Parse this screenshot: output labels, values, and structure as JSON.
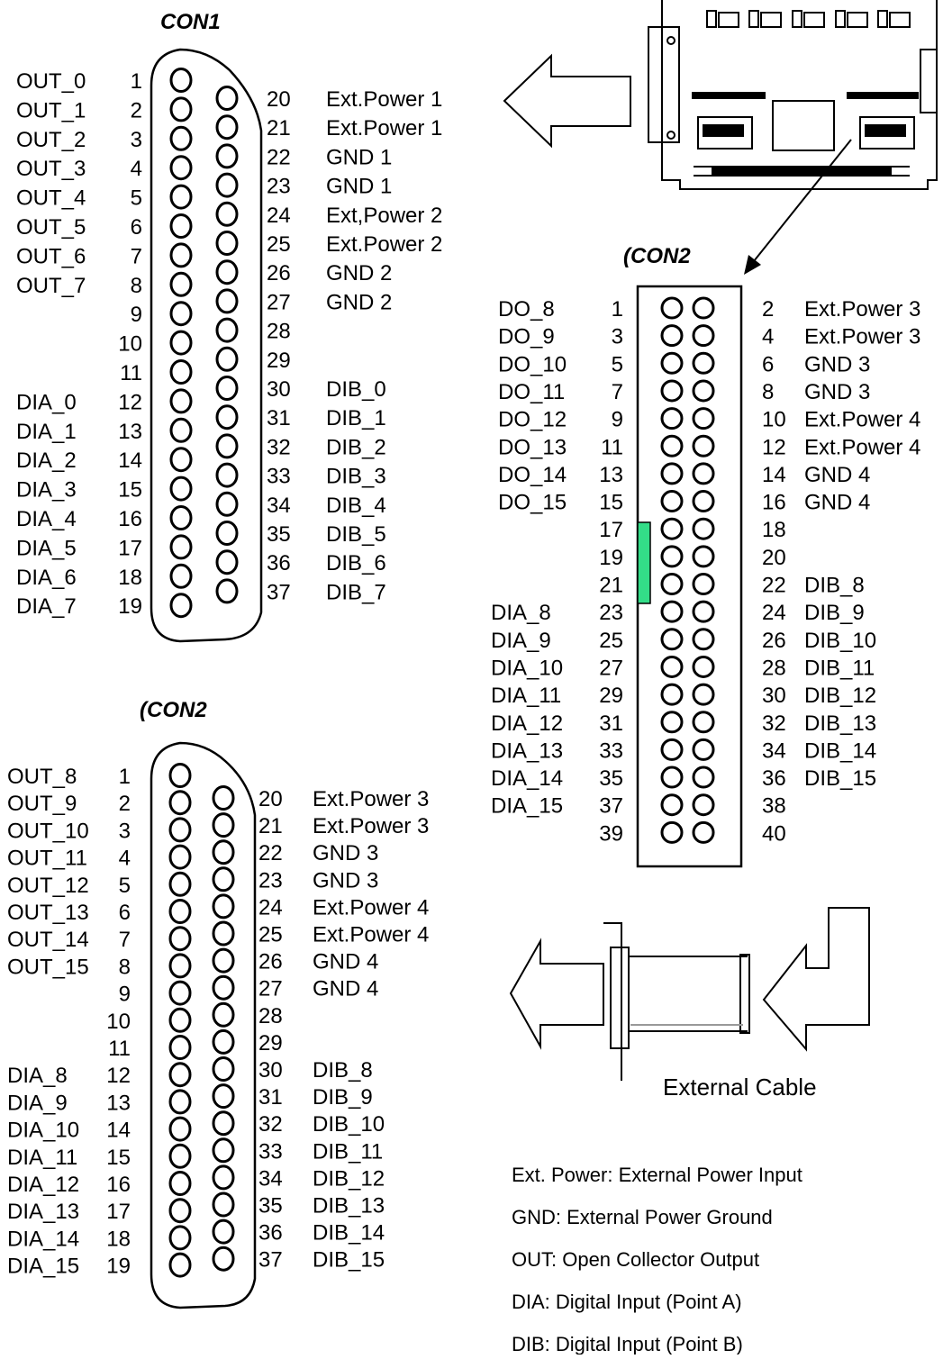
{
  "con1": {
    "title": "CON1",
    "left_rows": [
      {
        "label": "OUT_0",
        "pin": "1"
      },
      {
        "label": "OUT_1",
        "pin": "2"
      },
      {
        "label": "OUT_2",
        "pin": "3"
      },
      {
        "label": "OUT_3",
        "pin": "4"
      },
      {
        "label": "OUT_4",
        "pin": "5"
      },
      {
        "label": "OUT_5",
        "pin": "6"
      },
      {
        "label": "OUT_6",
        "pin": "7"
      },
      {
        "label": "OUT_7",
        "pin": "8"
      },
      {
        "label": "",
        "pin": "9"
      },
      {
        "label": "",
        "pin": "10"
      },
      {
        "label": "",
        "pin": "11"
      },
      {
        "label": "DIA_0",
        "pin": "12"
      },
      {
        "label": "DIA_1",
        "pin": "13"
      },
      {
        "label": "DIA_2",
        "pin": "14"
      },
      {
        "label": "DIA_3",
        "pin": "15"
      },
      {
        "label": "DIA_4",
        "pin": "16"
      },
      {
        "label": "DIA_5",
        "pin": "17"
      },
      {
        "label": "DIA_6",
        "pin": "18"
      },
      {
        "label": "DIA_7",
        "pin": "19"
      }
    ],
    "right_rows": [
      {
        "pin": "20",
        "label": "Ext.Power 1"
      },
      {
        "pin": "21",
        "label": "Ext.Power 1"
      },
      {
        "pin": "22",
        "label": "GND 1"
      },
      {
        "pin": "23",
        "label": "GND 1"
      },
      {
        "pin": "24",
        "label": "Ext,Power 2"
      },
      {
        "pin": "25",
        "label": "Ext.Power 2"
      },
      {
        "pin": "26",
        "label": "GND 2"
      },
      {
        "pin": "27",
        "label": "GND 2"
      },
      {
        "pin": "28",
        "label": ""
      },
      {
        "pin": "29",
        "label": ""
      },
      {
        "pin": "30",
        "label": "DIB_0"
      },
      {
        "pin": "31",
        "label": "DIB_1"
      },
      {
        "pin": "32",
        "label": "DIB_2"
      },
      {
        "pin": "33",
        "label": "DIB_3"
      },
      {
        "pin": "34",
        "label": "DIB_4"
      },
      {
        "pin": "35",
        "label": "DIB_5"
      },
      {
        "pin": "36",
        "label": "DIB_6"
      },
      {
        "pin": "37",
        "label": "DIB_7"
      }
    ]
  },
  "con2_dsub": {
    "title": "(CON2",
    "left_rows": [
      {
        "label": "OUT_8",
        "pin": "1"
      },
      {
        "label": "OUT_9",
        "pin": "2"
      },
      {
        "label": "OUT_10",
        "pin": "3"
      },
      {
        "label": "OUT_11",
        "pin": "4"
      },
      {
        "label": "OUT_12",
        "pin": "5"
      },
      {
        "label": "OUT_13",
        "pin": "6"
      },
      {
        "label": "OUT_14",
        "pin": "7"
      },
      {
        "label": "OUT_15",
        "pin": "8"
      },
      {
        "label": "",
        "pin": "9"
      },
      {
        "label": "",
        "pin": "10"
      },
      {
        "label": "",
        "pin": "11"
      },
      {
        "label": "DIA_8",
        "pin": "12"
      },
      {
        "label": "DIA_9",
        "pin": "13"
      },
      {
        "label": "DIA_10",
        "pin": "14"
      },
      {
        "label": "DIA_11",
        "pin": "15"
      },
      {
        "label": "DIA_12",
        "pin": "16"
      },
      {
        "label": "DIA_13",
        "pin": "17"
      },
      {
        "label": "DIA_14",
        "pin": "18"
      },
      {
        "label": "DIA_15",
        "pin": "19"
      }
    ],
    "right_rows": [
      {
        "pin": "20",
        "label": "Ext.Power 3"
      },
      {
        "pin": "21",
        "label": "Ext.Power 3"
      },
      {
        "pin": "22",
        "label": "GND 3"
      },
      {
        "pin": "23",
        "label": "GND 3"
      },
      {
        "pin": "24",
        "label": "Ext.Power 4"
      },
      {
        "pin": "25",
        "label": "Ext.Power 4"
      },
      {
        "pin": "26",
        "label": "GND 4"
      },
      {
        "pin": "27",
        "label": "GND 4"
      },
      {
        "pin": "28",
        "label": ""
      },
      {
        "pin": "29",
        "label": ""
      },
      {
        "pin": "30",
        "label": "DIB_8"
      },
      {
        "pin": "31",
        "label": "DIB_9"
      },
      {
        "pin": "32",
        "label": "DIB_10"
      },
      {
        "pin": "33",
        "label": "DIB_11"
      },
      {
        "pin": "34",
        "label": "DIB_12"
      },
      {
        "pin": "35",
        "label": "DIB_13"
      },
      {
        "pin": "36",
        "label": "DIB_14"
      },
      {
        "pin": "37",
        "label": "DIB_15"
      }
    ]
  },
  "con2_header": {
    "title": "(CON2",
    "left_rows": [
      {
        "label": "DO_8",
        "pin": "1"
      },
      {
        "label": "DO_9",
        "pin": "3"
      },
      {
        "label": "DO_10",
        "pin": "5"
      },
      {
        "label": "DO_11",
        "pin": "7"
      },
      {
        "label": "DO_12",
        "pin": "9"
      },
      {
        "label": "DO_13",
        "pin": "11"
      },
      {
        "label": "DO_14",
        "pin": "13"
      },
      {
        "label": "DO_15",
        "pin": "15"
      },
      {
        "label": "",
        "pin": "17"
      },
      {
        "label": "",
        "pin": "19"
      },
      {
        "label": "",
        "pin": "21"
      },
      {
        "label": "DIA_8",
        "pin": "23"
      },
      {
        "label": "DIA_9",
        "pin": "25"
      },
      {
        "label": "DIA_10",
        "pin": "27"
      },
      {
        "label": "DIA_11",
        "pin": "29"
      },
      {
        "label": "DIA_12",
        "pin": "31"
      },
      {
        "label": "DIA_13",
        "pin": "33"
      },
      {
        "label": "DIA_14",
        "pin": "35"
      },
      {
        "label": "DIA_15",
        "pin": "37"
      },
      {
        "label": "",
        "pin": "39"
      }
    ],
    "right_rows": [
      {
        "pin": "2",
        "label": "Ext.Power 3"
      },
      {
        "pin": "4",
        "label": "Ext.Power 3"
      },
      {
        "pin": "6",
        "label": "GND 3"
      },
      {
        "pin": "8",
        "label": "GND 3"
      },
      {
        "pin": "10",
        "label": "Ext.Power 4"
      },
      {
        "pin": "12",
        "label": "Ext.Power 4"
      },
      {
        "pin": "14",
        "label": "GND 4"
      },
      {
        "pin": "16",
        "label": "GND 4"
      },
      {
        "pin": "18",
        "label": ""
      },
      {
        "pin": "20",
        "label": ""
      },
      {
        "pin": "22",
        "label": "DIB_8"
      },
      {
        "pin": "24",
        "label": "DIB_9"
      },
      {
        "pin": "26",
        "label": "DIB_10"
      },
      {
        "pin": "28",
        "label": "DIB_11"
      },
      {
        "pin": "30",
        "label": "DIB_12"
      },
      {
        "pin": "32",
        "label": "DIB_13"
      },
      {
        "pin": "34",
        "label": "DIB_14"
      },
      {
        "pin": "36",
        "label": "DIB_15"
      },
      {
        "pin": "38",
        "label": ""
      },
      {
        "pin": "40",
        "label": ""
      }
    ],
    "key_color": "#33dd88"
  },
  "cable": {
    "label": "External Cable"
  },
  "legend": [
    "Ext. Power: External Power Input",
    "GND: External Power Ground",
    "OUT: Open Collector Output",
    "DIA: Digital Input (Point A)",
    "DIB: Digital Input (Point B)"
  ]
}
